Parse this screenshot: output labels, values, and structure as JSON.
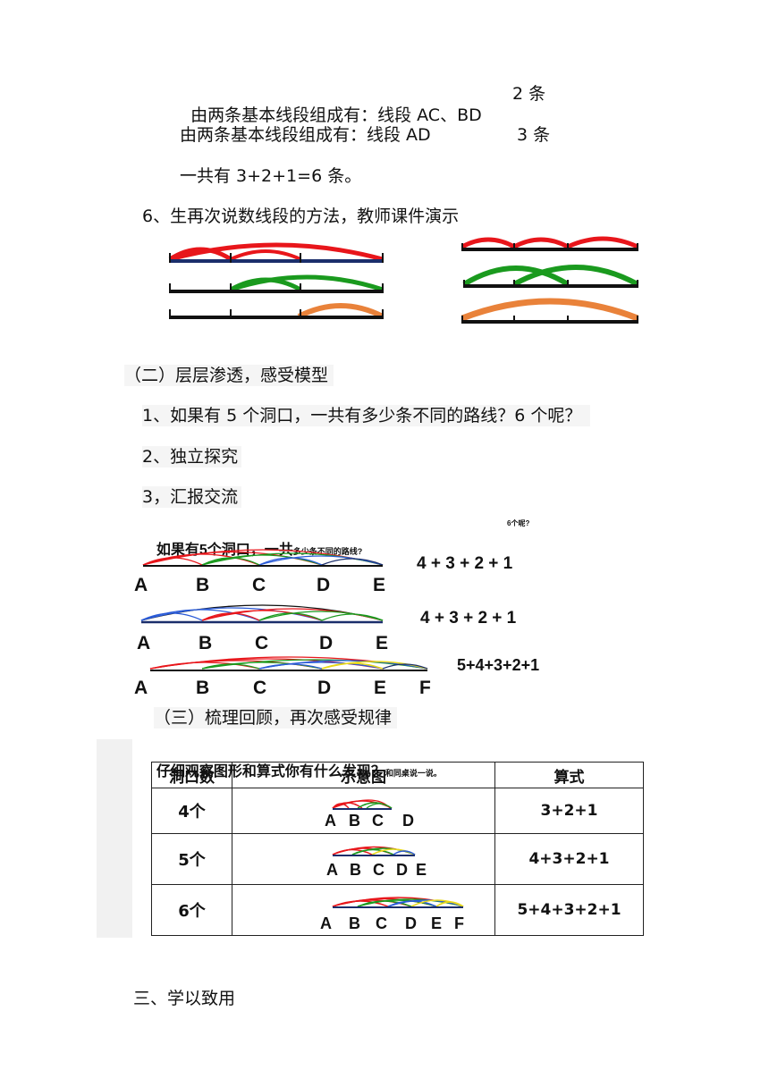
{
  "lines": {
    "l1_text": "由两条基本线段组成有：线段 AC、BD",
    "l1_count": "2 条",
    "l2_text": "由两条基本线段组成有：线段 AD",
    "l2_count": "3 条",
    "l3": "一共有 3+2+1=6 条。",
    "l4": "6、生再次说数线段的方法，教师课件演示"
  },
  "section2": {
    "title": "（二）层层渗透，感受模型",
    "q1": "1、如果有 5 个洞口，一共有多少条不同的路线？6 个呢？",
    "q2": "2、独立探究",
    "q3": "3，汇报交流"
  },
  "figure": {
    "title_big": "如果有5个洞口，一共",
    "title_small": "多少条不同的路线?",
    "six": "6个呢?",
    "labels5": [
      "A",
      "B",
      "C",
      "D",
      "E"
    ],
    "labels6": [
      "A",
      "B",
      "C",
      "D",
      "E",
      "F"
    ],
    "f1": "4 + 3 + 2 + 1",
    "f2": "4 + 3 + 2 + 1",
    "f3": "5+4+3+2+1"
  },
  "section3": {
    "title": "（三）梳理回顾，再次感受规律"
  },
  "table": {
    "title_big": "仔细观察图形和算式你有什么发现？",
    "title_small": "和同桌说一说。",
    "headers": [
      "洞口数",
      "示意图",
      "算式"
    ],
    "rows": [
      {
        "count": "4个",
        "labels": [
          "A",
          "B",
          "C",
          "D"
        ],
        "formula": "3+2+1"
      },
      {
        "count": "5个",
        "labels": [
          "A",
          "B",
          "C",
          "D",
          "E"
        ],
        "formula": "4+3+2+1"
      },
      {
        "count": "6个",
        "labels": [
          "A",
          "B",
          "C",
          "D",
          "E",
          "F"
        ],
        "formula": "5+4+3+2+1"
      }
    ]
  },
  "section4": {
    "title": "三、学以致用"
  },
  "colors": {
    "red": "#e8161b",
    "green": "#1a9a1e",
    "orange": "#e9823a",
    "navy": "#1b2e6b",
    "blue": "#2a5bd7",
    "yellow": "#e8d81a"
  }
}
